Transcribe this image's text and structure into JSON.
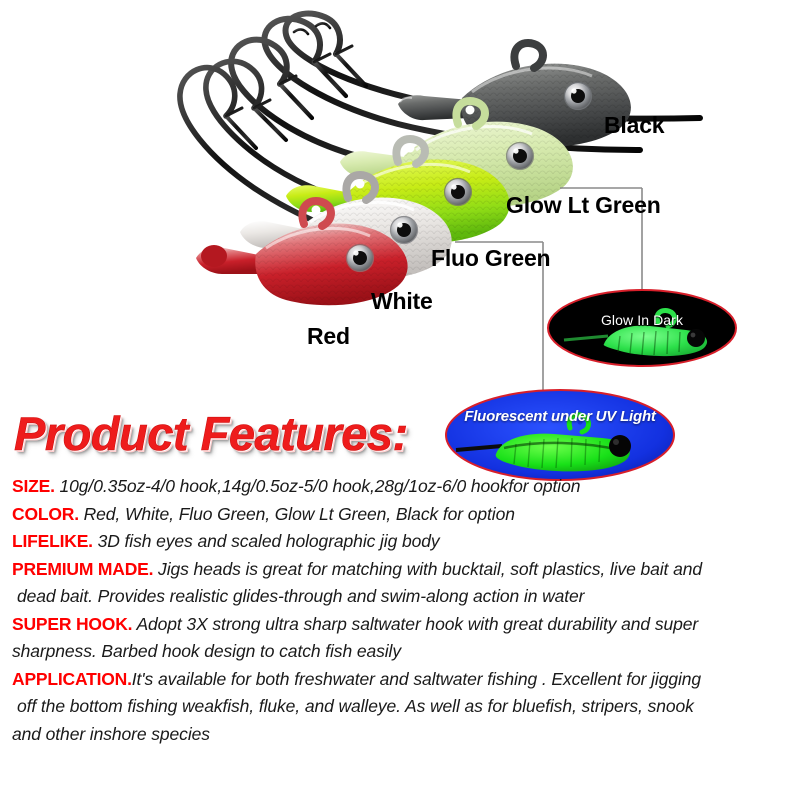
{
  "photo": {
    "color_labels": [
      {
        "id": "black",
        "text": "Black"
      },
      {
        "id": "glowltgreen",
        "text": "Glow Lt Green"
      },
      {
        "id": "fluogreen",
        "text": "Fluo Green"
      },
      {
        "id": "white",
        "text": "White"
      },
      {
        "id": "red",
        "text": "Red"
      }
    ],
    "insets": [
      {
        "id": "glow",
        "caption": "Glow In Dark"
      },
      {
        "id": "uv",
        "caption": "Fluorescent under UV Light"
      }
    ],
    "jig_colors": {
      "red": "#c9202a",
      "white": "#e8e6e4",
      "fluo_green": "#b7e310",
      "glow_lt_green": "#d3e7ae",
      "black": "#5c5e5e",
      "hook": "#1a1a1a",
      "glow_dark_body": "#2ce04a",
      "glow_dark_bg": "#000000",
      "uv_body": "#18e018",
      "uv_bg": "#1331e0",
      "inset_outline": "#d81f2a"
    }
  },
  "headline": {
    "text": "Product Features:",
    "color": "#ee1c1c"
  },
  "features": [
    {
      "tag": "SIZE.",
      "body": " 10g/0.35oz-4/0 hook,14g/0.5oz-5/0 hook,28g/1oz-6/0 hookfor option"
    },
    {
      "tag": "COLOR.",
      "body": " Red, White, Fluo Green, Glow Lt Green, Black for option"
    },
    {
      "tag": "LIFELIKE.",
      "body": " 3D fish eyes and scaled holographic jig body"
    },
    {
      "tag": "PREMIUM MADE.",
      "body": " Jigs heads is great for matching with bucktail, soft plastics, live bait and"
    },
    {
      "tag": "",
      "body": " dead bait. Provides realistic glides-through and swim-along action in water"
    },
    {
      "tag": "SUPER HOOK.",
      "body": " Adopt 3X strong ultra sharp saltwater hook with great durability and super"
    },
    {
      "tag": "",
      "body": "sharpness. Barbed hook design to catch fish easily"
    },
    {
      "tag": "APPLICATION.",
      "body": "It's available for both freshwater and saltwater fishing . Excellent for jigging"
    },
    {
      "tag": "",
      "body": " off the bottom fishing weakfish, fluke, and walleye. As well as for bluefish, stripers, snook"
    },
    {
      "tag": "",
      "body": "and other inshore species"
    }
  ]
}
